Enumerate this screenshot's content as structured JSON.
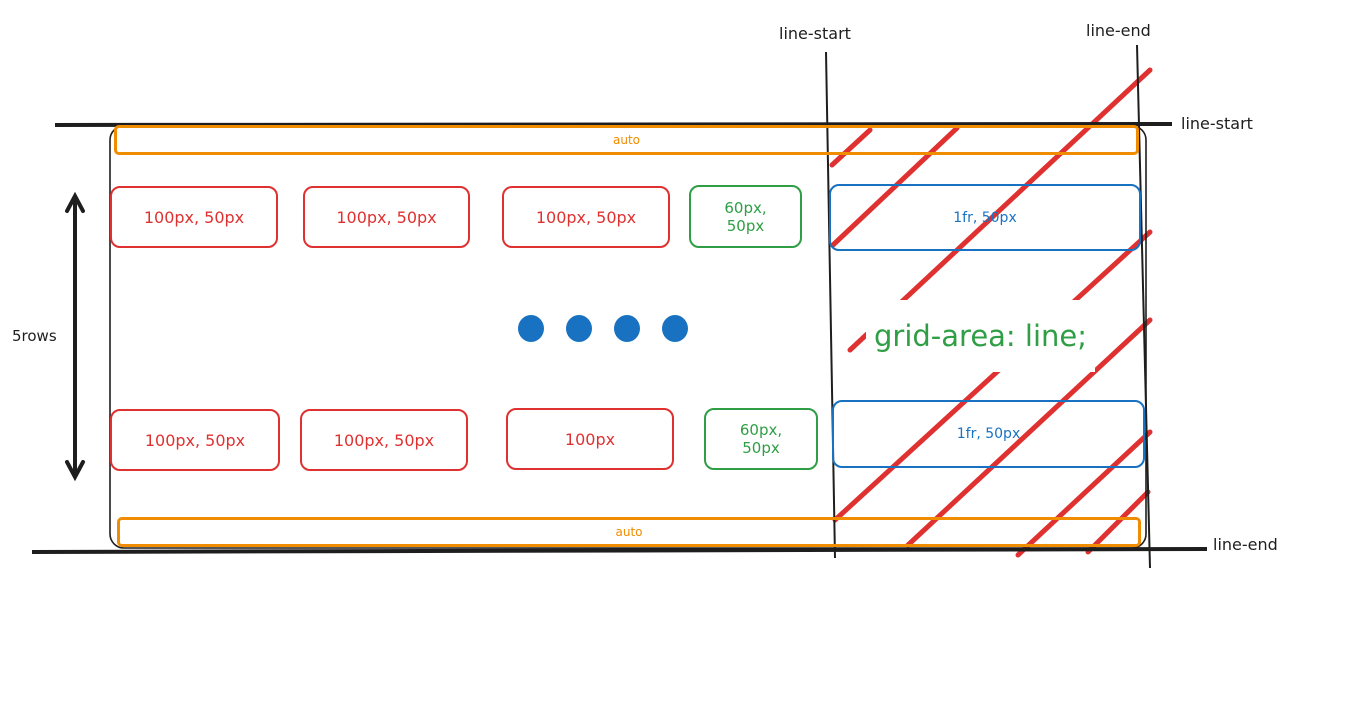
{
  "labels": {
    "col_line_start": "line-start",
    "col_line_end": "line-end",
    "row_line_start": "line-start",
    "row_line_end": "line-end",
    "rows": "5rows",
    "grid_area": "grid-area: line;"
  },
  "auto_rows": {
    "top": "auto",
    "bottom": "auto"
  },
  "row1": [
    "100px, 50px",
    "100px, 50px",
    "100px, 50px",
    "60px,\n50px",
    "1fr, 50px"
  ],
  "row2": [
    "100px, 50px",
    "100px, 50px",
    "100px",
    "60px,\n50px",
    "1fr, 50px"
  ],
  "ellipsis_dots": 4,
  "colors": {
    "red": "#e03131",
    "green": "#2f9e44",
    "blue": "#1971c2",
    "orange": "#f08c00",
    "ink": "#1e1e1e"
  }
}
